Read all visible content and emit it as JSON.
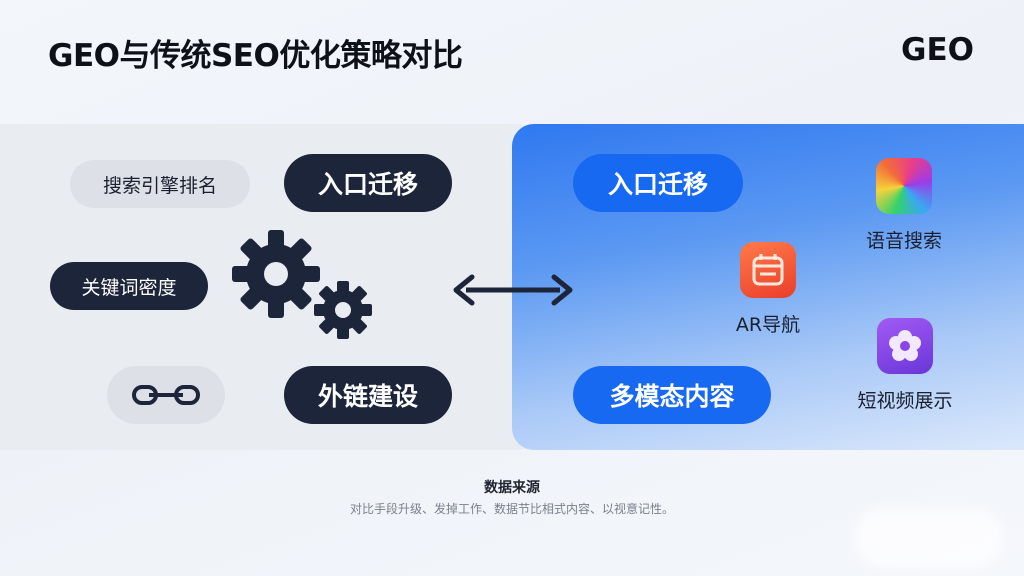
{
  "header": {
    "title": "GEO与传统SEO优化策略对比",
    "brand": "GEO"
  },
  "left": {
    "search_rank": "搜索引擎排名",
    "keyword_density": "关键词密度",
    "entry_migration": "入口迁移",
    "link_building": "外链建设",
    "icons": [
      "gears-icon",
      "link-icon"
    ]
  },
  "center": {
    "arrow_icon": "double-arrow-icon"
  },
  "right": {
    "entry_migration": "入口迁移",
    "multimodal": "多模态内容",
    "voice_search": "语音搜索",
    "ar_nav": "AR导航",
    "short_video": "短视频展示",
    "icons": [
      "voice-app-icon",
      "calendar-icon",
      "flower-icon"
    ]
  },
  "footer": {
    "source_title": "数据来源",
    "source_desc": "对比手段升级、发掉工作、数据节比相式内容、以视意记性。"
  },
  "colors": {
    "dark_pill": "#1c2539",
    "blue_pill": "#1769f2",
    "panel_blue": "#2f78f0",
    "panel_gray": "#e9ecf1"
  }
}
